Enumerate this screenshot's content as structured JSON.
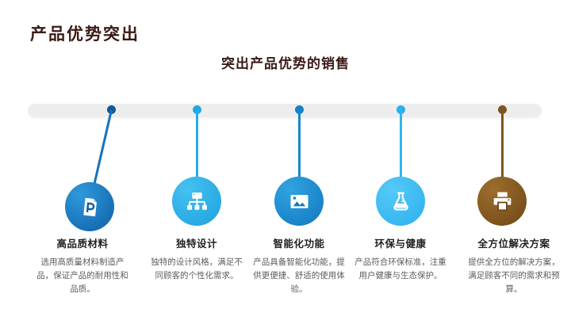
{
  "page": {
    "title": "产品优势突出",
    "subtitle": "突出产品优势的销售",
    "title_color": "#3a1b14",
    "bar_color": "#ededed"
  },
  "items": [
    {
      "title": "高品质材料",
      "description": "选用高质量材料制造产品，保证产品的耐用性和品质。",
      "icon": "document-p-icon",
      "colors": {
        "dot": "#11589c",
        "string": "#1673b8",
        "ball_light": "#2f9adb",
        "ball_dark": "#0e5ea8"
      }
    },
    {
      "title": "独特设计",
      "description": "独特的设计风格，满足不同顾客的个性化需求。",
      "icon": "org-chart-icon",
      "colors": {
        "dot": "#23a7e0",
        "string": "#27ace4",
        "ball_light": "#45c0f1",
        "ball_dark": "#1fa2de"
      }
    },
    {
      "title": "智能化功能",
      "description": "产品具备智能化功能，提供更便捷、舒适的使用体验。",
      "icon": "image-icon",
      "colors": {
        "dot": "#1580c6",
        "string": "#1787cb",
        "ball_light": "#2fa3e2",
        "ball_dark": "#1278be"
      }
    },
    {
      "title": "环保与健康",
      "description": "产品符合环保标准，注重用户健康与生态保护。",
      "icon": "flask-icon",
      "colors": {
        "dot": "#29b2ed",
        "string": "#2eb6f0",
        "ball_light": "#55c9f7",
        "ball_dark": "#2cb0ee"
      }
    },
    {
      "title": "全方位解决方案",
      "description": "提供全方位的解决方案，满足顾客不同的需求和预算。",
      "icon": "printer-icon",
      "colors": {
        "dot": "#7c5522",
        "string": "#7d5622",
        "ball_light": "#9c6d2d",
        "ball_dark": "#6f4816"
      }
    }
  ]
}
